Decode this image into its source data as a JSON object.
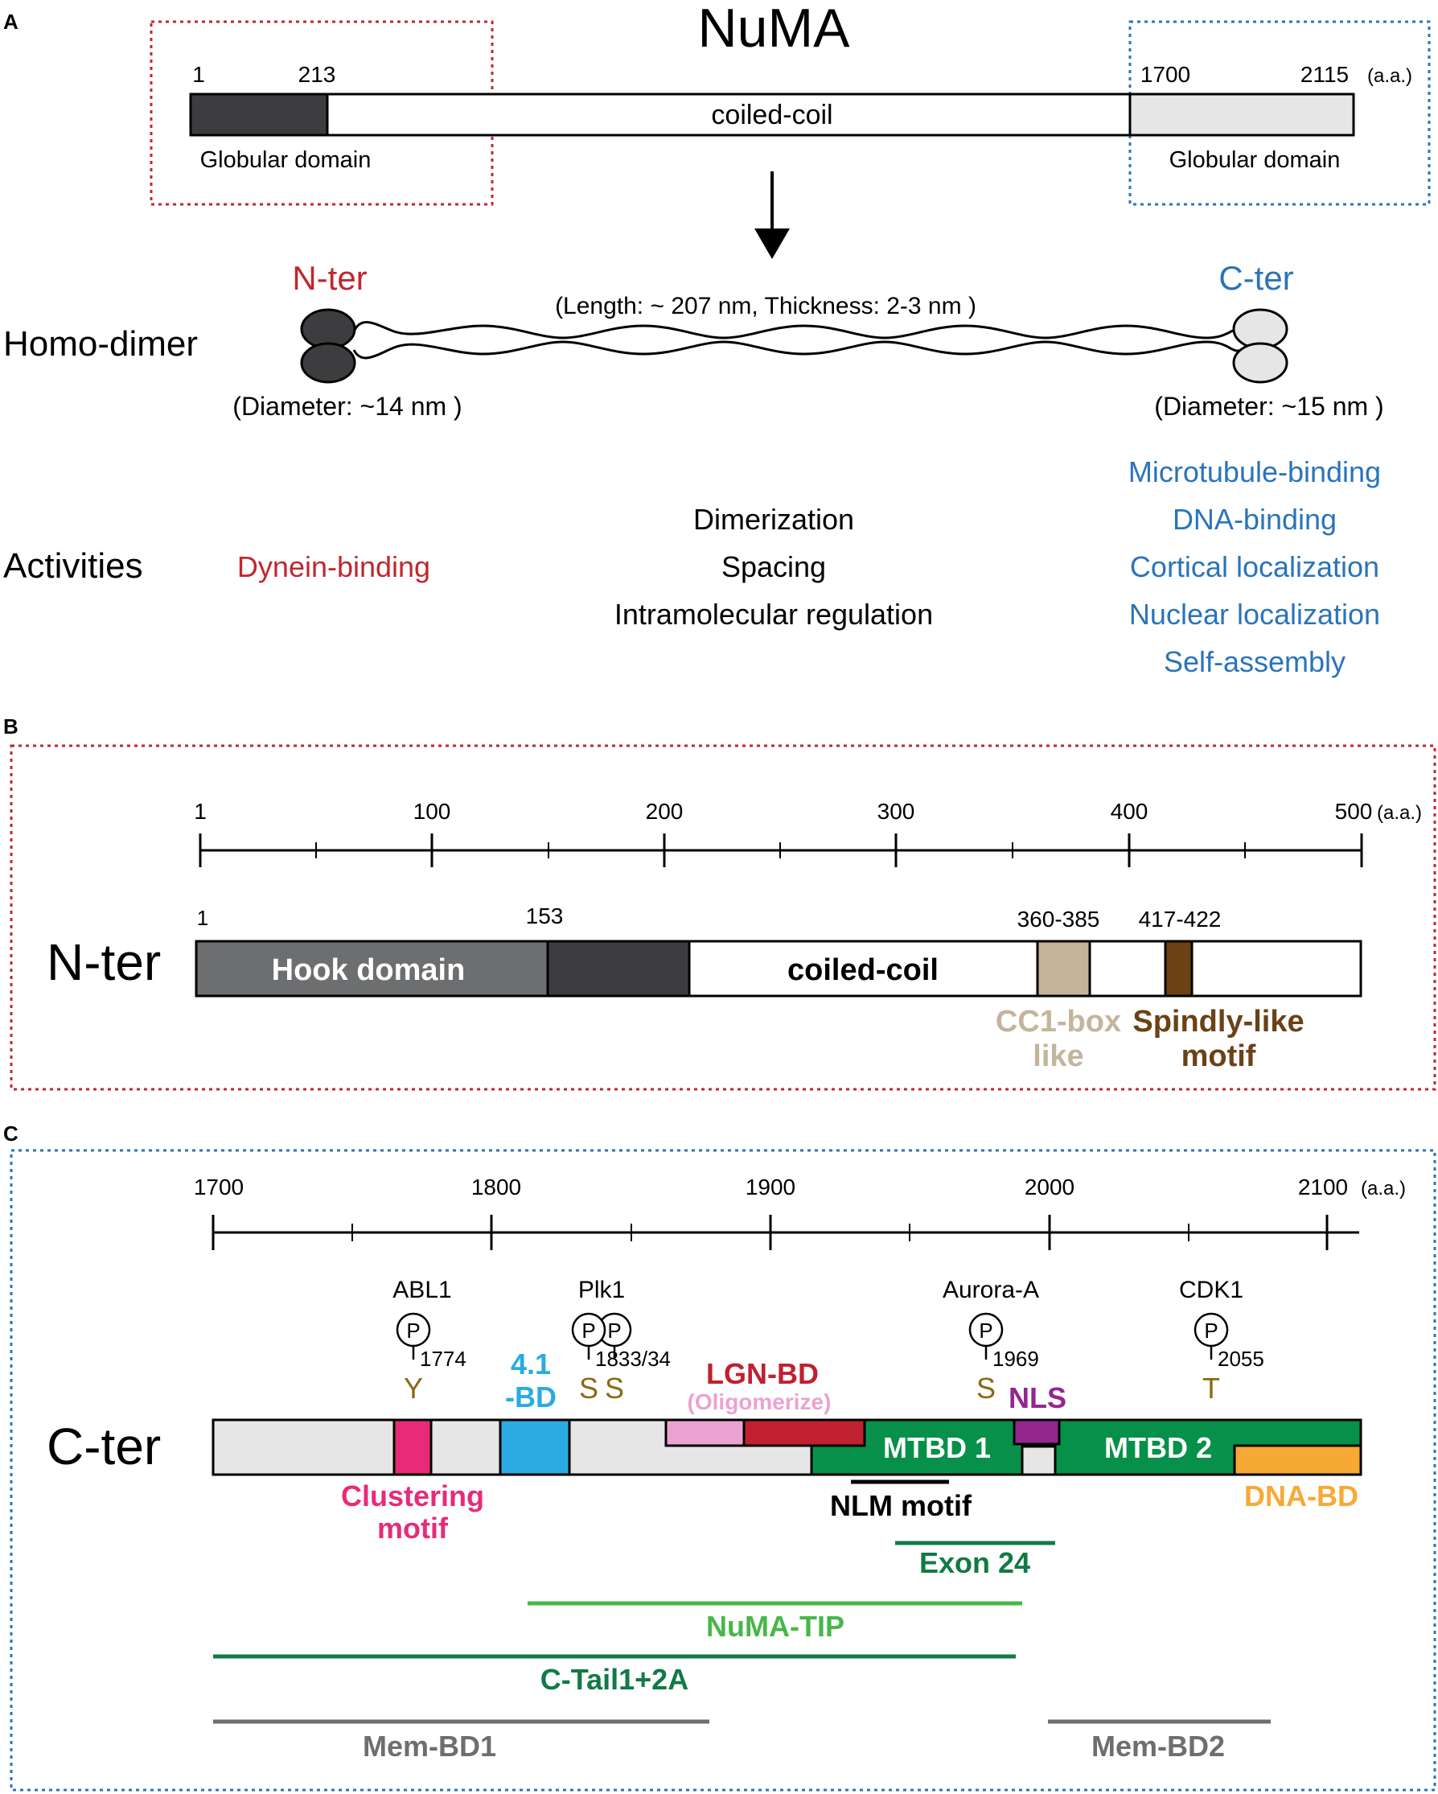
{
  "panelA": {
    "letter": "A",
    "title": "NuMA",
    "tick_labels": [
      "1",
      "213",
      "1700",
      "2115"
    ],
    "unit": "(a.a.)",
    "coil_label": "coiled-coil",
    "left_domain": "Globular domain",
    "right_domain": "Globular domain",
    "homodimer_label": "Homo-dimer",
    "nter_label": "N-ter",
    "cter_label": "C-ter",
    "dims": "(Length: ~ 207 nm, Thickness: 2-3 nm )",
    "nter_diameter": "(Diameter: ~14 nm )",
    "cter_diameter": "(Diameter: ~15 nm )",
    "activities_label": "Activities",
    "nter_activities": [
      "Dynein-binding"
    ],
    "coil_activities": [
      "Dimerization",
      "Spacing",
      "Intramolecular regulation"
    ],
    "cter_activities": [
      "Microtubule-binding",
      "DNA-binding",
      "Cortical localization",
      "Nuclear localization",
      "Self-assembly"
    ]
  },
  "panelB": {
    "letter": "B",
    "scale_labels": [
      "1",
      "100",
      "200",
      "300",
      "400",
      "500"
    ],
    "unit": "(a.a.)",
    "row_label": "N-ter",
    "pos_labels": [
      "1",
      "153",
      "360-385",
      "417-422"
    ],
    "hook_label": "Hook domain",
    "coil_label": "coiled-coil",
    "cc1_label": [
      "CC1-box",
      "like"
    ],
    "spindly_label": [
      "Spindly-like",
      "motif"
    ]
  },
  "panelC": {
    "letter": "C",
    "scale_labels": [
      "1700",
      "1800",
      "1900",
      "2000",
      "2100"
    ],
    "unit": "(a.a.)",
    "row_label": "C-ter",
    "kinases": [
      "ABL1",
      "Plk1",
      "Aurora-A",
      "CDK1"
    ],
    "p_symbol": "P",
    "residues": [
      "Y",
      "S",
      "S",
      "S",
      "T"
    ],
    "site_numbers": [
      "1774",
      "1833/34",
      "1969",
      "2055"
    ],
    "bd41_label": [
      "4.1",
      "-BD"
    ],
    "lgn_label": "LGN-BD",
    "oligo_label": "(Oligomerize)",
    "nls_label": "NLS",
    "mtbd1_label": "MTBD 1",
    "mtbd2_label": "MTBD 2",
    "clustering_label": [
      "Clustering",
      "motif"
    ],
    "nlm_label": "NLM motif",
    "dnabd_label": "DNA-BD",
    "exon24_label": "Exon 24",
    "tip_label": "NuMA-TIP",
    "ctail_label": "C-Tail1+2A",
    "membd1_label": "Mem-BD1",
    "membd2_label": "Mem-BD2"
  },
  "colors": {
    "red": "#c0272d",
    "blue": "#2a74b9",
    "dark_gray": "#3d3d3f",
    "hook_gray": "#6d6e70",
    "light_gray": "#e6e6e6",
    "tan": "#c4b49c",
    "brown": "#6b4116",
    "pink": "#e72b79",
    "cyan": "#2aabe2",
    "light_pink": "#eba2d2",
    "crimson": "#c12030",
    "green": "#079049",
    "purple": "#93278f",
    "orange": "#f7a936",
    "ochre": "#8b6914",
    "dark_green": "#117a45",
    "light_green": "#47b748",
    "mid_gray": "#6d6e70"
  }
}
